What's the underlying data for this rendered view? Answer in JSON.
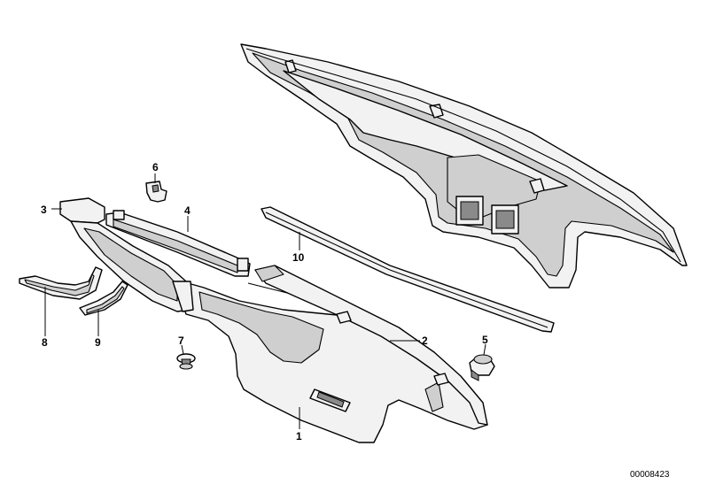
{
  "callouts": {
    "p1": "1",
    "p2": "2",
    "p3": "3",
    "p4": "4",
    "p5": "5",
    "p6": "6",
    "p7": "7",
    "p8": "8",
    "p9": "9",
    "p10": "10"
  },
  "diagram_code": "00008423"
}
